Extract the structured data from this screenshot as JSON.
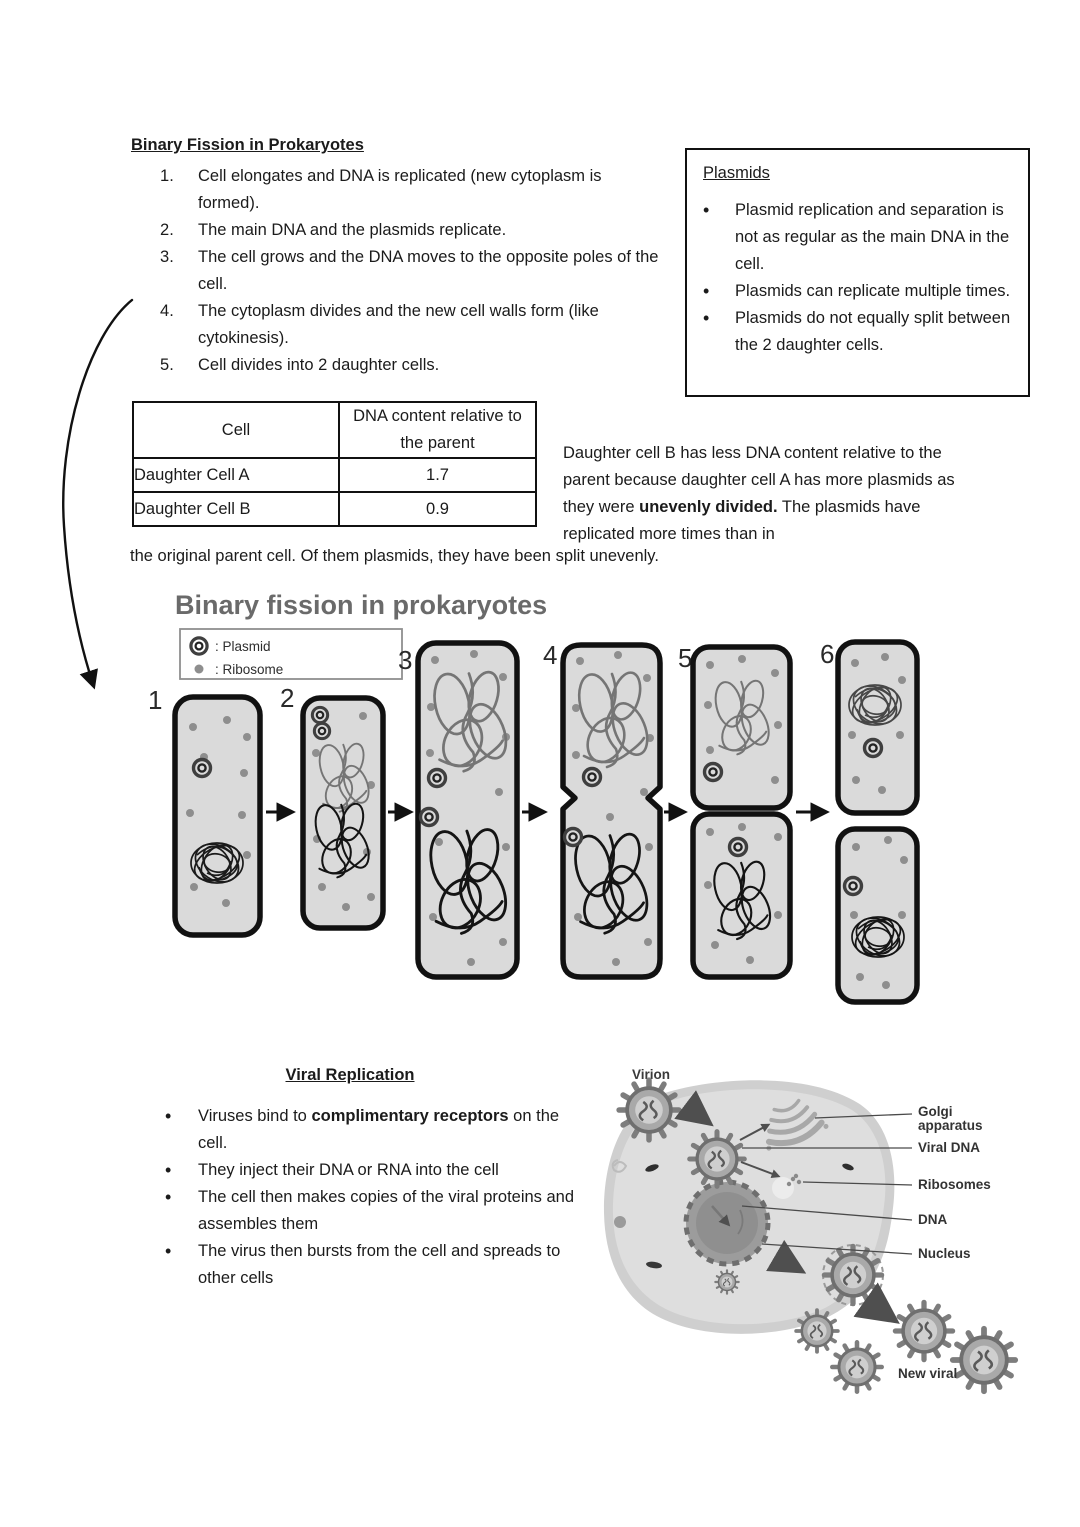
{
  "binary_fission": {
    "heading": "Binary Fission in Prokaryotes",
    "steps": [
      "Cell elongates and DNA is replicated (new cytoplasm is formed).",
      "The main DNA and the plasmids replicate.",
      "The cell grows and the DNA moves to the opposite poles of the cell.",
      "The cytoplasm divides and the new cell walls form (like cytokinesis).",
      "Cell divides into 2 daughter cells."
    ]
  },
  "plasmids_box": {
    "heading": "Plasmids",
    "bullets": [
      "Plasmid replication and separation is not as regular as the main DNA in the cell.",
      "Plasmids can replicate multiple times.",
      "Plasmids do not equally split between the 2 daughter cells."
    ]
  },
  "dna_table": {
    "headers": [
      "Cell",
      "DNA content relative to the parent"
    ],
    "rows": [
      {
        "cell": "Daughter Cell A",
        "value": "1.7"
      },
      {
        "cell": "Daughter Cell B",
        "value": "0.9"
      }
    ]
  },
  "comparison_paragraph": {
    "pre": "Daughter cell B has less DNA content relative to the parent because daughter cell A has more plasmids as they were ",
    "bold": "unevenly divided.",
    "post": " The plasmids have replicated more times than in",
    "continuation": "the original parent cell. Of them plasmids, they have been split unevenly."
  },
  "fission_diagram": {
    "title": "Binary fission in prokaryotes",
    "legend": {
      "plasmid": ": Plasmid",
      "ribosome": ": Ribosome"
    },
    "stage_numbers": [
      "1",
      "2",
      "3",
      "4",
      "5",
      "6"
    ]
  },
  "viral_replication": {
    "heading": "Viral Replication",
    "bullets": [
      {
        "pre": "Viruses bind to ",
        "bold": "complimentary receptors",
        "post": " on the cell."
      },
      {
        "pre": "They inject their DNA or RNA into the cell",
        "bold": "",
        "post": ""
      },
      {
        "pre": "The cell then makes copies of the viral proteins and assembles them",
        "bold": "",
        "post": ""
      },
      {
        "pre": "The virus then bursts from the cell and spreads to other cells",
        "bold": "",
        "post": ""
      }
    ]
  },
  "viral_figure": {
    "labels": {
      "virion": "Virion",
      "golgi_line1": "Golgi",
      "golgi_line2": "apparatus",
      "viral_dna": "Viral DNA",
      "ribosomes": "Ribosomes",
      "dna": "DNA",
      "nucleus": "Nucleus",
      "new_viral": "New viral"
    }
  }
}
